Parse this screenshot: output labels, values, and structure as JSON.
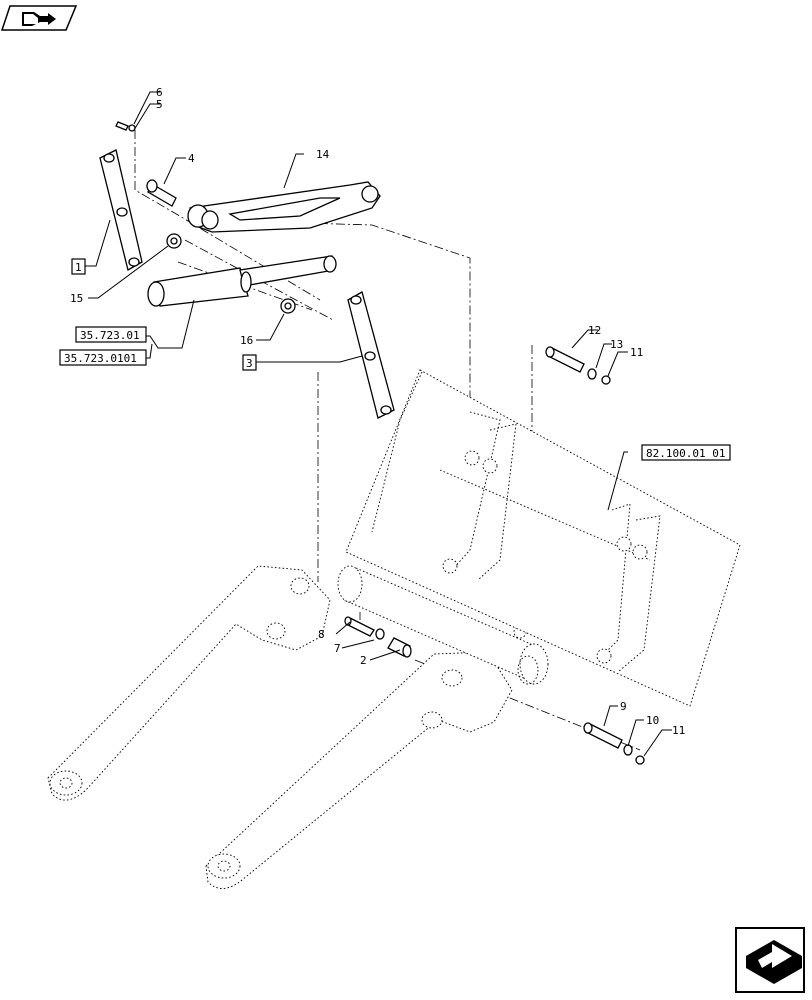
{
  "callouts": {
    "c1": "1",
    "c2": "2",
    "c3": "3",
    "c4": "4",
    "c5": "5",
    "c6": "6",
    "c7": "7",
    "c8": "8",
    "c9": "9",
    "c10": "10",
    "c11a": "11",
    "c11b": "11",
    "c12": "12",
    "c13": "13",
    "c14": "14",
    "c15": "15",
    "c16": "16"
  },
  "refs": {
    "ref_a": "35.723.01",
    "ref_b": "35.723.0101",
    "ref_c": "82.100.01 01"
  },
  "icons": {
    "top_left": "book-arrow-icon",
    "bottom_right": "next-page-arrow-icon"
  }
}
